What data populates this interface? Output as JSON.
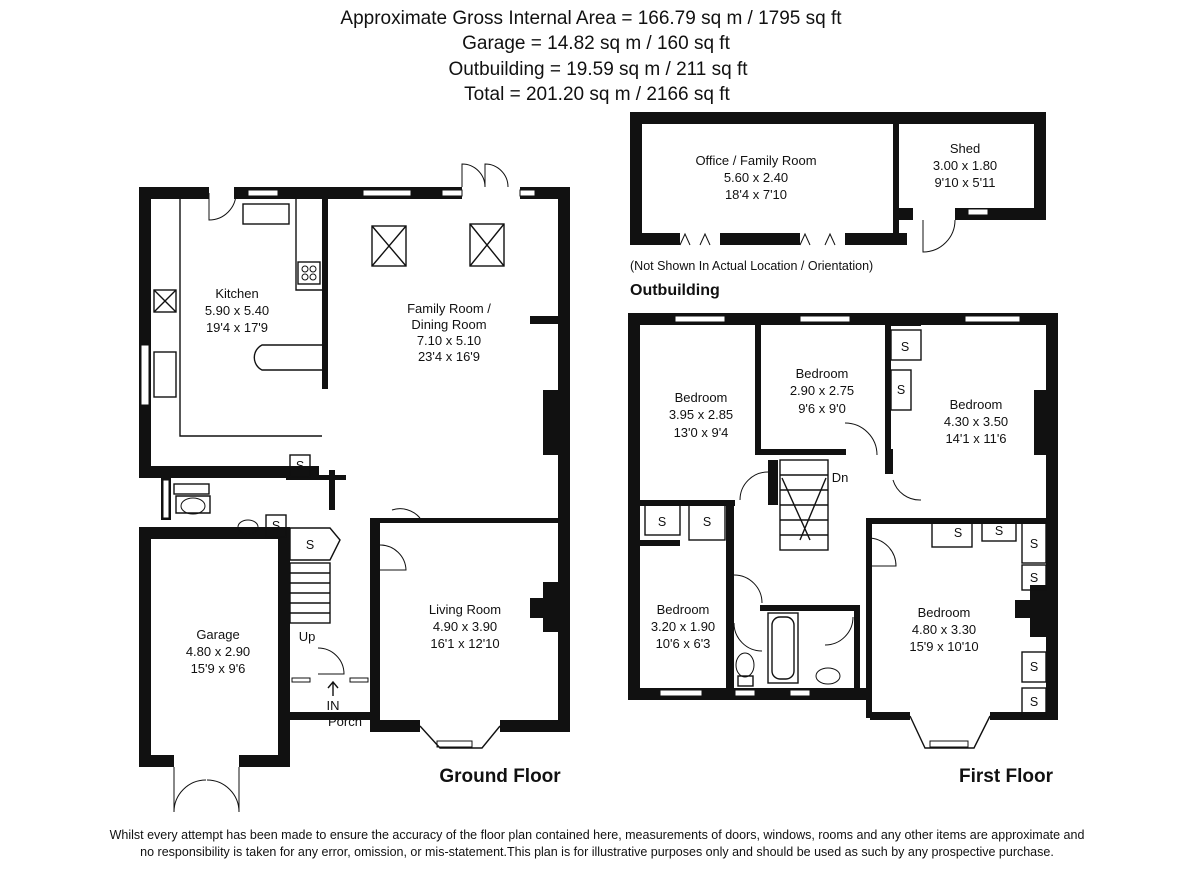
{
  "header": {
    "line1": "Approximate Gross Internal Area = 166.79 sq m / 1795 sq ft",
    "line2": "Garage = 14.82 sq m / 160 sq ft",
    "line3": "Outbuilding = 19.59 sq m / 211 sq ft",
    "line4": "Total = 201.20 sq m / 2166 sq ft"
  },
  "ground_floor": {
    "title": "Ground Floor",
    "kitchen": {
      "name": "Kitchen",
      "metric": "5.90 x 5.40",
      "imperial": "19'4 x 17'9"
    },
    "family": {
      "name1": "Family Room /",
      "name2": "Dining Room",
      "metric": "7.10 x 5.10",
      "imperial": "23'4 x 16'9"
    },
    "living": {
      "name": "Living Room",
      "metric": "4.90 x 3.90",
      "imperial": "16'1 x 12'10"
    },
    "garage": {
      "name": "Garage",
      "metric": "4.80 x 2.90",
      "imperial": "15'9 x 9'6"
    },
    "up": "Up",
    "in": "IN",
    "porch": "Porch",
    "storage": "S"
  },
  "outbuilding": {
    "title": "Outbuilding",
    "note": "(Not Shown In Actual Location / Orientation)",
    "office": {
      "name": "Office / Family Room",
      "metric": "5.60 x 2.40",
      "imperial": "18'4 x 7'10"
    },
    "shed": {
      "name": "Shed",
      "metric": "3.00 x 1.80",
      "imperial": "9'10 x 5'11"
    }
  },
  "first_floor": {
    "title": "First Floor",
    "bed1": {
      "name": "Bedroom",
      "metric": "3.95 x 2.85",
      "imperial": "13'0 x 9'4"
    },
    "bed2": {
      "name": "Bedroom",
      "metric": "2.90 x 2.75",
      "imperial": "9'6 x 9'0"
    },
    "bed3": {
      "name": "Bedroom",
      "metric": "4.30 x 3.50",
      "imperial": "14'1 x 11'6"
    },
    "bed4": {
      "name": "Bedroom",
      "metric": "3.20 x 1.90",
      "imperial": "10'6 x 6'3"
    },
    "bed5": {
      "name": "Bedroom",
      "metric": "4.80 x 3.30",
      "imperial": "15'9 x 10'10"
    },
    "dn": "Dn",
    "storage": "S"
  },
  "disclaimer": {
    "line1": "Whilst every attempt has been made to ensure the accuracy of the floor plan contained here, measurements of doors, windows, rooms and any other items are approximate and",
    "line2": "no responsibility is taken for any error, omission, or mis-statement.This plan is for illustrative purposes only and should be used as such by any prospective purchase."
  }
}
